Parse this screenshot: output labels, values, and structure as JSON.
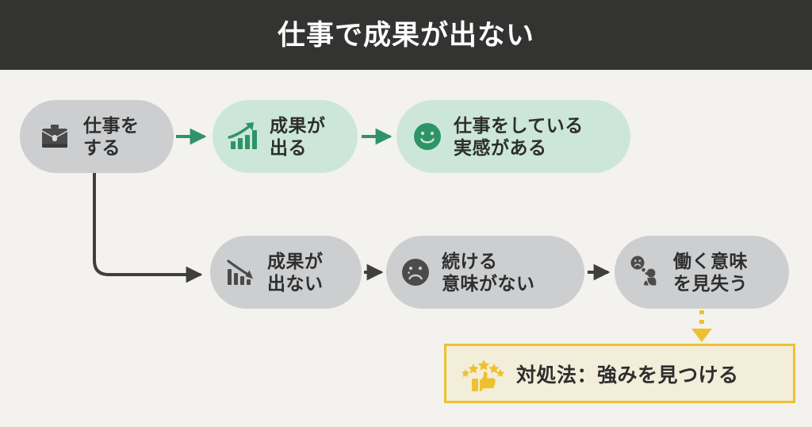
{
  "header": {
    "title": "仕事で成果が出ない"
  },
  "colors": {
    "background": "#f4f2ee",
    "header_bg": "#333332",
    "gray_node": "#ccced0",
    "green_node": "#cce7da",
    "green_accent": "#2e9468",
    "dark_icon": "#4b4b4b",
    "text": "#2e2e2e",
    "gold": "#efc02f",
    "remedy_fill": "#f2eeda",
    "connector_gray": "#3f3f3f"
  },
  "flow": {
    "positive_branch": [
      {
        "id": "do-work",
        "icon": "briefcase-icon",
        "label": "仕事を\nする",
        "style": "gray"
      },
      {
        "id": "results-come",
        "icon": "chart-up-icon",
        "label": "成果が\n出る",
        "style": "green"
      },
      {
        "id": "feel-working",
        "icon": "smiley-face-icon",
        "label": "仕事をしている\n実感がある",
        "style": "green"
      }
    ],
    "negative_branch": [
      {
        "id": "no-results",
        "icon": "chart-down-icon",
        "label": "成果が\n出ない",
        "style": "gray"
      },
      {
        "id": "no-meaning",
        "icon": "sad-face-icon",
        "label": "続ける\n意味がない",
        "style": "gray"
      },
      {
        "id": "lose-purpose",
        "icon": "person-thinking-icon",
        "label": "働く意味\nを見失う",
        "style": "gray"
      }
    ],
    "remedy": {
      "id": "remedy",
      "icon": "thumbs-up-stars-icon",
      "label": "対処法：強みを見つける"
    },
    "connectors": [
      {
        "from": "do-work",
        "to": "results-come",
        "style": "solid-green-arrow"
      },
      {
        "from": "results-come",
        "to": "feel-working",
        "style": "solid-green-arrow"
      },
      {
        "from": "do-work",
        "to": "no-results",
        "style": "elbow-gray-arrow"
      },
      {
        "from": "no-results",
        "to": "no-meaning",
        "style": "solid-gray-arrow"
      },
      {
        "from": "no-meaning",
        "to": "lose-purpose",
        "style": "solid-gray-arrow"
      },
      {
        "from": "lose-purpose",
        "to": "remedy",
        "style": "dotted-gold-arrow"
      }
    ]
  }
}
